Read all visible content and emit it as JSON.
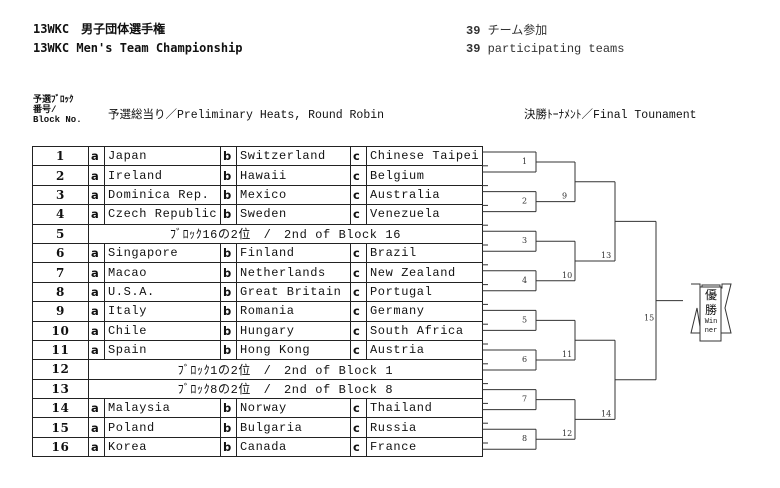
{
  "header": {
    "title_jp": "13WKC　男子団体選手権",
    "title_en": "13WKC Men's Team Championship",
    "teams_count": "39",
    "teams_jp": "チーム参加",
    "teams_en": "participating teams"
  },
  "labels": {
    "block_no_jp1": "予選ﾌﾞﾛｯｸ",
    "block_no_jp2": "番号/",
    "block_no_en": "Block No.",
    "prelim": "予選総当り／Preliminary Heats, Round Robin",
    "final": "決勝ﾄｰﾅﾒﾝﾄ／Final Tounament"
  },
  "rows": [
    {
      "block": "1",
      "a": "Japan",
      "b": "Switzerland",
      "c": "Chinese Taipei"
    },
    {
      "block": "2",
      "a": "Ireland",
      "b": "Hawaii",
      "c": "Belgium"
    },
    {
      "block": "3",
      "a": "Dominica Rep.",
      "b": "Mexico",
      "c": "Australia"
    },
    {
      "block": "4",
      "a": "Czech Republic",
      "b": "Sweden",
      "c": "Venezuela"
    },
    {
      "block": "5",
      "note": "ﾌﾞﾛｯｸ16の2位　/　2nd of Block 16"
    },
    {
      "block": "6",
      "a": "Singapore",
      "b": "Finland",
      "c": "Brazil"
    },
    {
      "block": "7",
      "a": "Macao",
      "b": "Netherlands",
      "c": "New Zealand"
    },
    {
      "block": "8",
      "a": "U.S.A.",
      "b": "Great Britain",
      "c": "Portugal"
    },
    {
      "block": "9",
      "a": "Italy",
      "b": "Romania",
      "c": "Germany"
    },
    {
      "block": "10",
      "a": "Chile",
      "b": "Hungary",
      "c": "South Africa"
    },
    {
      "block": "11",
      "a": "Spain",
      "b": "Hong Kong",
      "c": "Austria"
    },
    {
      "block": "12",
      "note": "ﾌﾞﾛｯｸ1の2位　/　2nd of Block 1"
    },
    {
      "block": "13",
      "note": "ﾌﾞﾛｯｸ8の2位　/　2nd of Block 8"
    },
    {
      "block": "14",
      "a": "Malaysia",
      "b": "Norway",
      "c": "Thailand"
    },
    {
      "block": "15",
      "a": "Poland",
      "b": "Bulgaria",
      "c": "Russia"
    },
    {
      "block": "16",
      "a": "Korea",
      "b": "Canada",
      "c": "France"
    }
  ],
  "group_letters": {
    "a": "a",
    "b": "b",
    "c": "c"
  },
  "bracket": {
    "first_round": [
      "1",
      "2",
      "3",
      "4",
      "5",
      "6",
      "7",
      "8"
    ],
    "second_round": [
      "9",
      "10",
      "11",
      "12"
    ],
    "semi": [
      "13",
      "14"
    ],
    "final": "15",
    "winner_jp1": "優",
    "winner_jp2": "勝",
    "winner_en1": "Win",
    "winner_en2": "ner"
  }
}
